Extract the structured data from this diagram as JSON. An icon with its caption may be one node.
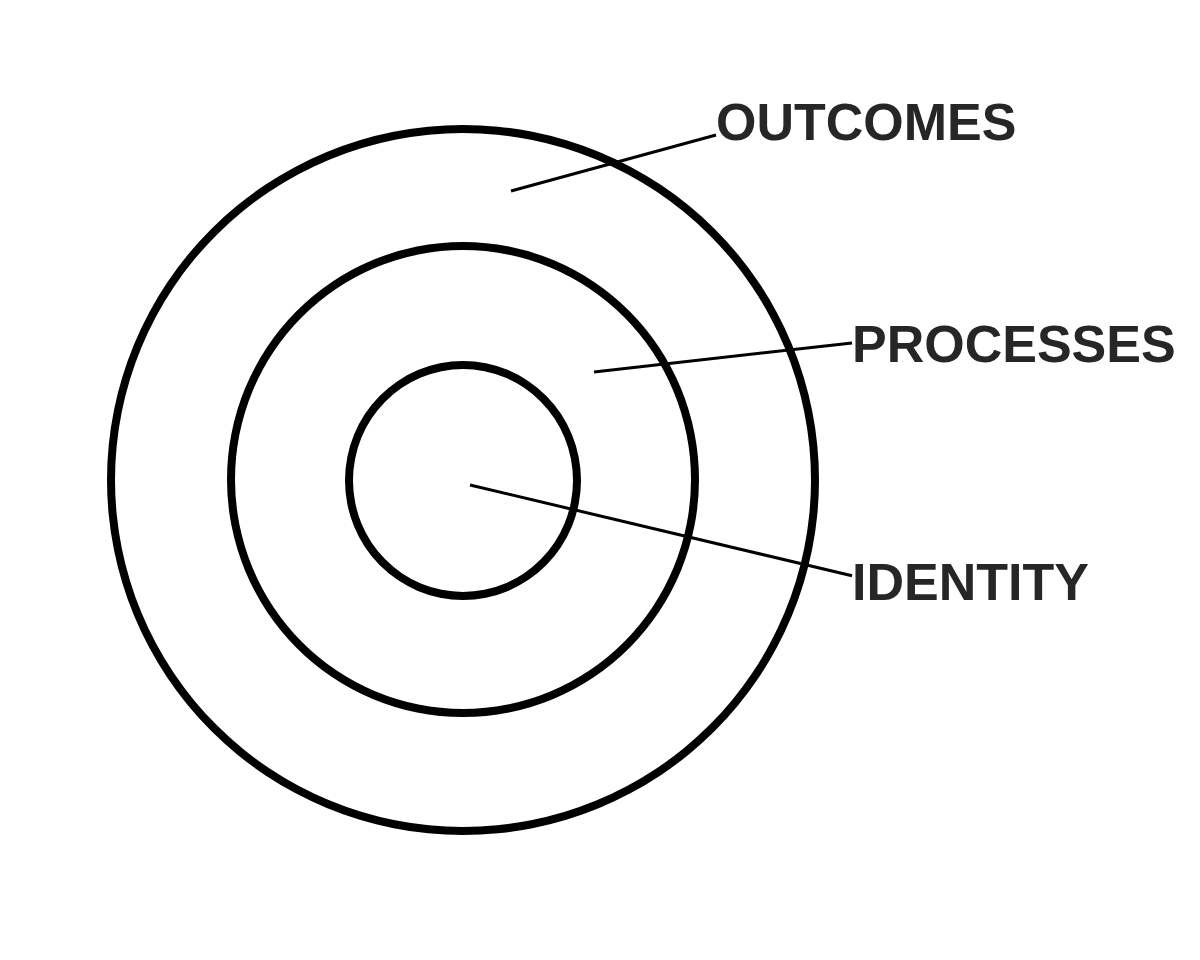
{
  "diagram": {
    "nodes": [
      {
        "text": [],
        "shape": "circle"
      },
      {
        "text": [],
        "shape": "circle",
        "in": 0
      },
      {
        "text": [],
        "shape": "circle",
        "in": 1
      },
      {
        "text": [
          "OUTCOMES"
        ]
      },
      {
        "text": [
          "PROCESSES"
        ]
      },
      {
        "text": [
          "IDENTITY"
        ]
      }
    ],
    "edges": [
      {
        "from": 3,
        "to": 0,
        "arrow": "none"
      },
      {
        "from": 4,
        "to": 1,
        "arrow": "none"
      },
      {
        "from": 5,
        "to": 2,
        "arrow": "none"
      }
    ]
  }
}
